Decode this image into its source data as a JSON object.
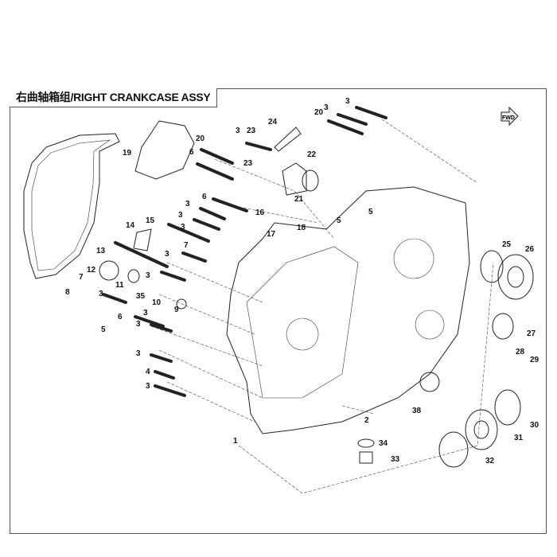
{
  "title": "右曲轴箱组/RIGHT CRANKCASE ASSY",
  "fwd_label": "FWD",
  "labels": [
    "1",
    "2",
    "3",
    "3",
    "3",
    "3",
    "3",
    "3",
    "3",
    "3",
    "3",
    "3",
    "3",
    "3",
    "3",
    "4",
    "5",
    "5",
    "5",
    "6",
    "6",
    "6",
    "7",
    "7",
    "8",
    "9",
    "10",
    "11",
    "12",
    "13",
    "14",
    "15",
    "16",
    "17",
    "18",
    "19",
    "20",
    "20",
    "21",
    "22",
    "23",
    "23",
    "24",
    "25",
    "26",
    "27",
    "28",
    "29",
    "30",
    "31",
    "32",
    "33",
    "34",
    "35",
    "38"
  ]
}
